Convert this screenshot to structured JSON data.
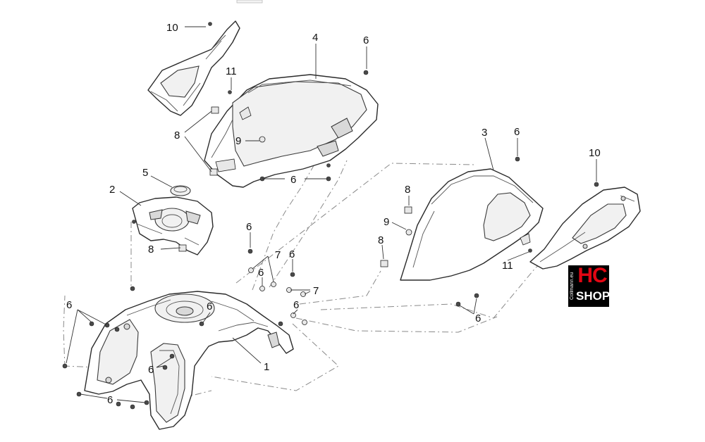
{
  "callouts": {
    "c1": "1",
    "c2": "2",
    "c3": "3",
    "c4": "4",
    "c5": "5",
    "c6a": "6",
    "c6b": "6",
    "c6c": "6",
    "c6d": "6",
    "c6e": "6",
    "c6f": "6",
    "c6g": "6",
    "c6h": "6",
    "c6i": "6",
    "c6j": "6",
    "c6k": "6",
    "c6l": "6",
    "c7a": "7",
    "c7b": "7",
    "c8a": "8",
    "c8b": "8",
    "c8c": "8",
    "c8d": "8",
    "c9a": "9",
    "c9b": "9",
    "c10a": "10",
    "c10b": "10",
    "c11a": "11",
    "c11b": "11"
  },
  "badge": {
    "brand_top": "HC",
    "brand_bottom": "SHOP",
    "side_text": "Collmann.eu",
    "brand_color": "#e30613"
  }
}
